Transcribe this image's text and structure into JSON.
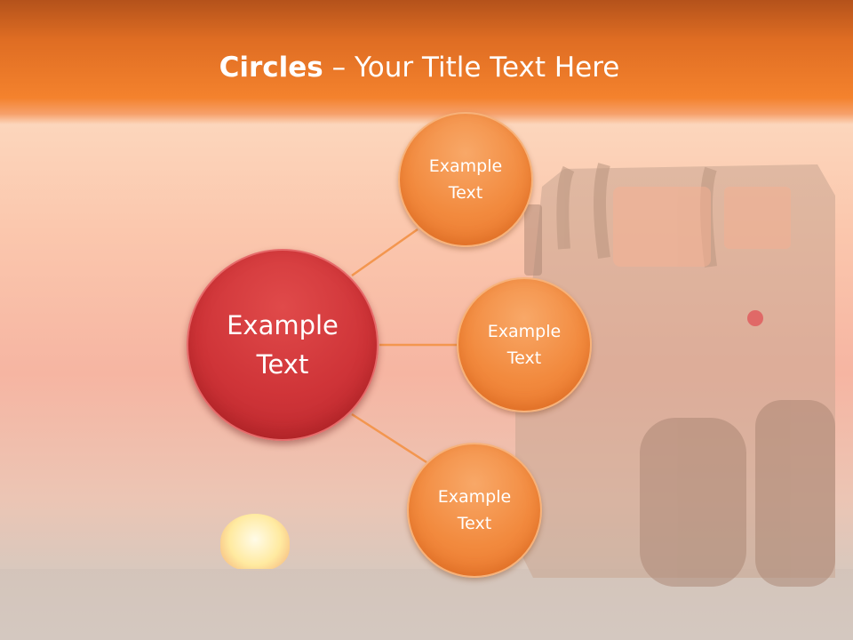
{
  "slide": {
    "title_bold": "Circles",
    "title_rest": " – Your Title Text Here",
    "center_node": {
      "label": "Example Text"
    },
    "nodes": [
      {
        "label": "Example Text"
      },
      {
        "label": "Example Text"
      },
      {
        "label": "Example Text"
      }
    ]
  },
  "colors": {
    "header": "#f4822d",
    "center_node": "#cf3438",
    "nodes": "#f28a3e",
    "connector": "#f3964f"
  }
}
